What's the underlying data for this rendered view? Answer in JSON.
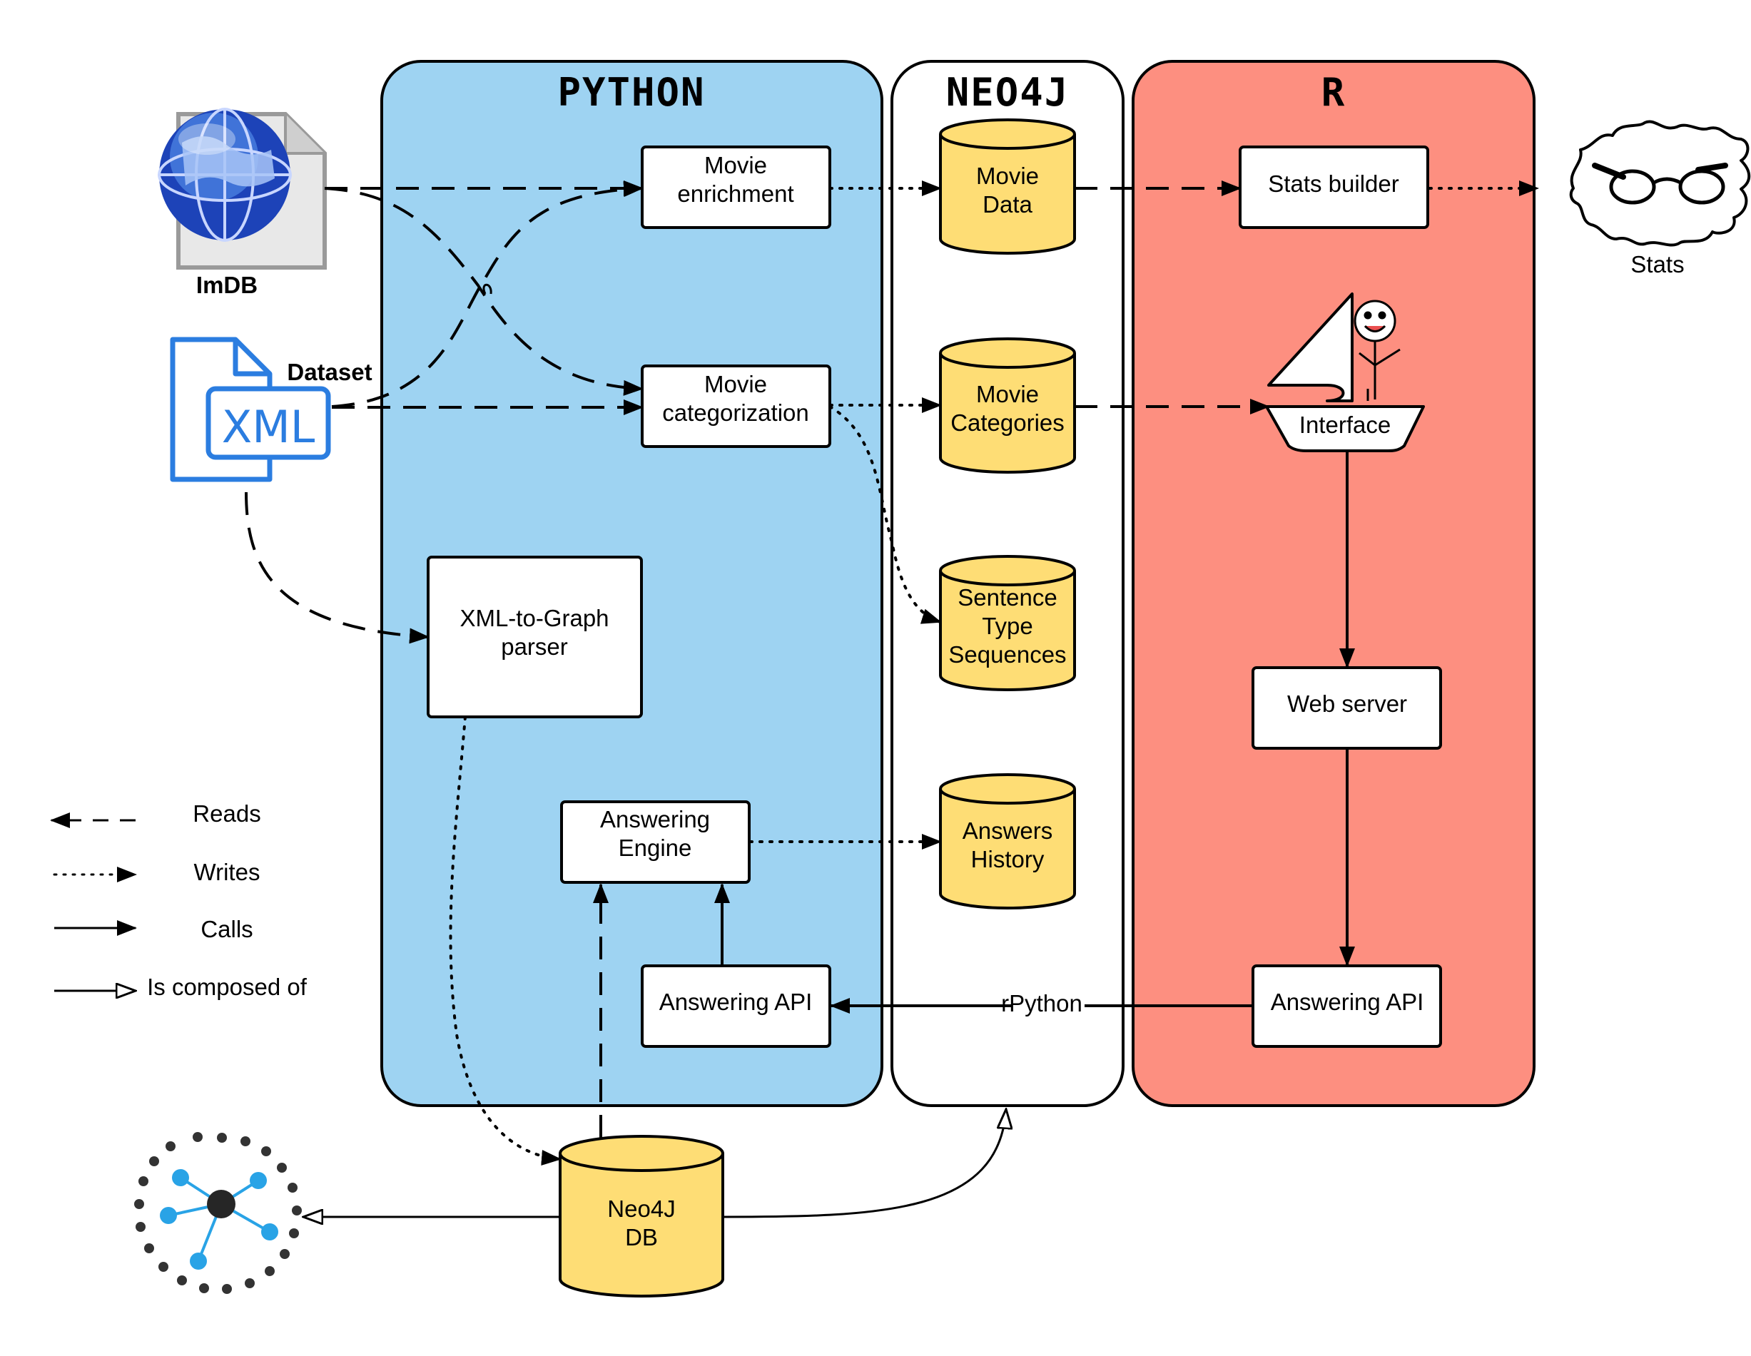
{
  "lanes": {
    "python": "PYTHON",
    "neo4j": "NEO4J",
    "r": "R"
  },
  "sources": {
    "imdb": "ImDB",
    "dataset": "Dataset",
    "xml_badge": "XML"
  },
  "python_boxes": {
    "enrichment": [
      "Movie",
      "enrichment"
    ],
    "categorization": [
      "Movie",
      "categorization"
    ],
    "parser": [
      "XML-to-Graph",
      "parser"
    ],
    "engine": [
      "Answering",
      "Engine"
    ],
    "api": "Answering API"
  },
  "neo4j_cylinders": {
    "movie_data": [
      "Movie",
      "Data"
    ],
    "movie_categories": [
      "Movie",
      "Categories"
    ],
    "sentence_types": [
      "Sentence",
      "Type",
      "Sequences"
    ],
    "answers_history": [
      "Answers",
      "History"
    ]
  },
  "r_boxes": {
    "stats_builder": "Stats builder",
    "interface": "Interface",
    "web_server": "Web server",
    "api": "Answering API"
  },
  "outputs": {
    "stats": "Stats"
  },
  "bridge_label": "rPython",
  "db": [
    "Neo4J",
    "DB"
  ],
  "legend": {
    "reads": "Reads",
    "writes": "Writes",
    "calls": "Calls",
    "composed": "Is composed of"
  },
  "colors": {
    "python_lane": "#9ed3f2",
    "neo4j_lane": "#ffffff",
    "r_lane": "#fd8f80",
    "cylinder": "#fedd75",
    "xml_icon": "#2b7de0",
    "graph_node": "#29a3e6"
  }
}
